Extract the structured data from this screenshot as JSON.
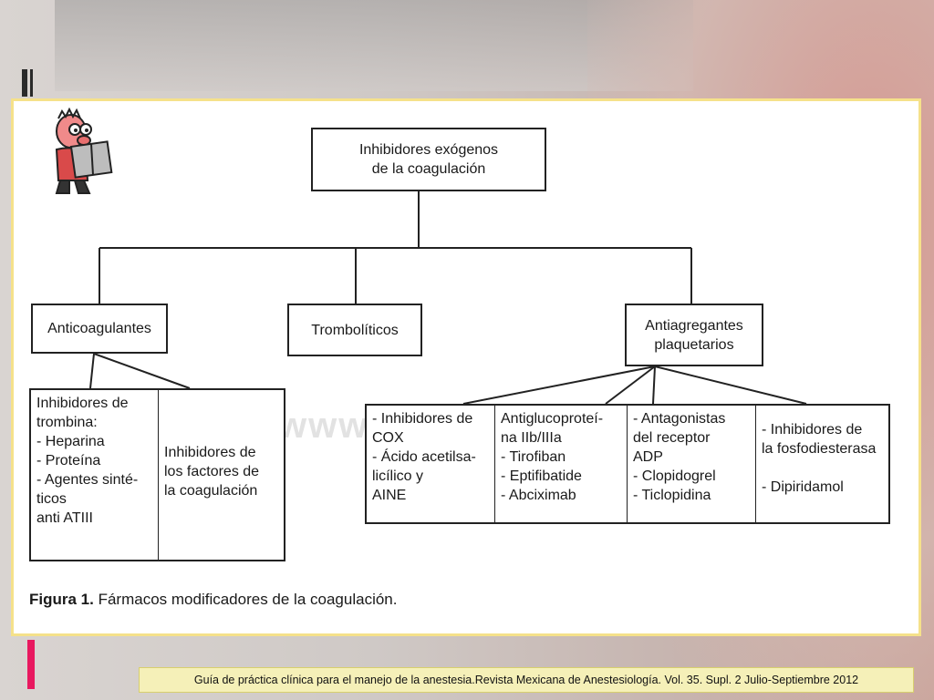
{
  "diagram": {
    "root": {
      "line1": "Inhibidores exógenos",
      "line2": "de la coagulación"
    },
    "level1": {
      "anticoagulantes": "Anticoagulantes",
      "tromboliticos": "Trombolíticos",
      "antiagregantes": {
        "line1": "Antiagregantes",
        "line2": "plaquetarios"
      }
    },
    "anticoag_children": {
      "trombina": [
        "Inhibidores  de",
        "trombina:",
        "- Heparina",
        "- Proteína",
        "- Agentes sinté-",
        "ticos",
        "anti ATIII"
      ],
      "factores": [
        "Inhibidores de",
        "los factores de",
        "la coagulación"
      ]
    },
    "antiagreg_children": {
      "cox": [
        "- Inhibidores de",
        "COX",
        "- Ácido acetilsa-",
        "licílico y",
        "AINE"
      ],
      "glucoprot": [
        "Antiglucoproteí-",
        "na IIb/IIIa",
        "- Tirofiban",
        "- Eptifibatide",
        "- Abciximab"
      ],
      "adp": [
        "- Antagonistas",
        "del receptor",
        "ADP",
        "- Clopidogrel",
        "- Ticlopidina"
      ],
      "fosfo": [
        "- Inhibidores de",
        "la fosfodiesterasa",
        "",
        "- Dipiridamol"
      ]
    },
    "caption": {
      "bold": "Figura 1.",
      "text": " Fármacos modificadores de la coagulación."
    },
    "watermark": "www.m"
  },
  "footer": "Guía de práctica clínica para el manejo de la anestesia.Revista Mexicana de Anestesiología. Vol. 35. Supl. 2 Julio-Septiembre 2012",
  "colors": {
    "frame_border": "#f5e18a",
    "footer_bg": "#f5f0b8",
    "accent_pink": "#e8185f"
  }
}
